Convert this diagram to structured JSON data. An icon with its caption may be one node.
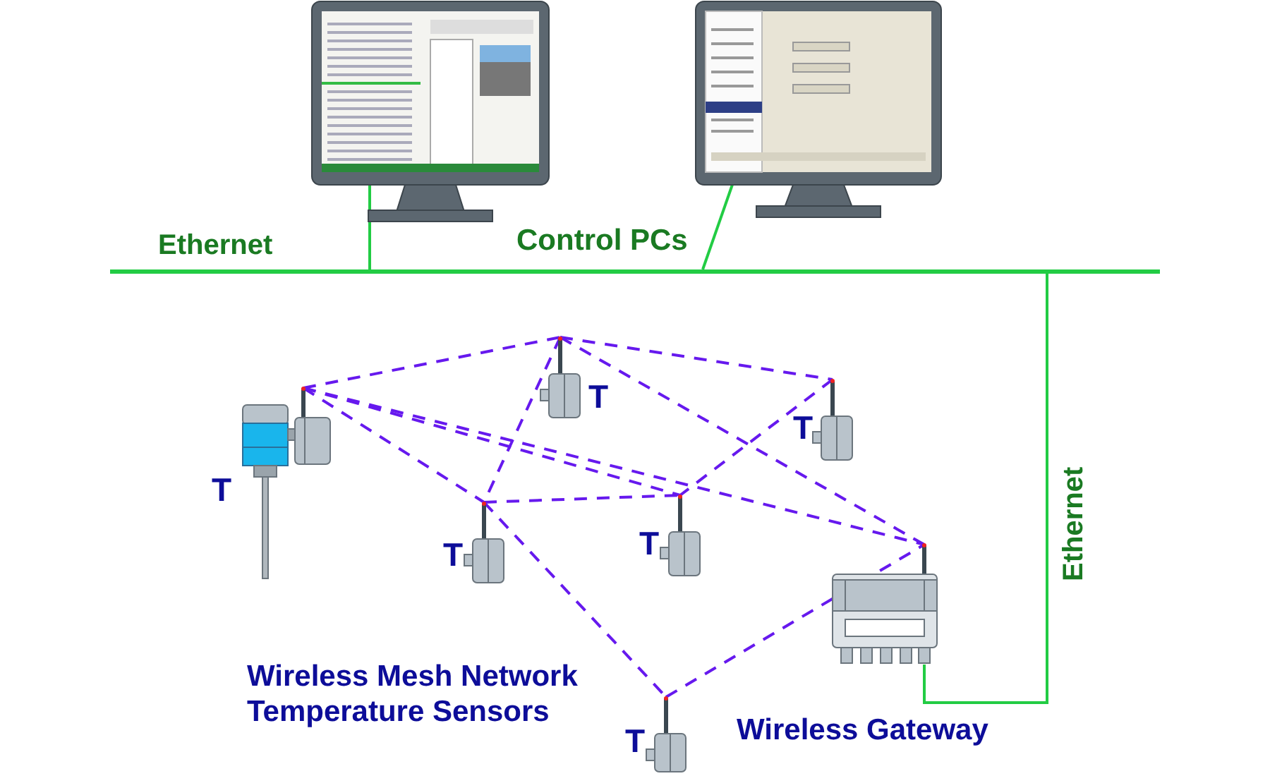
{
  "diagram": {
    "nodes": [
      {
        "text": [],
        "shape": "picture"
      },
      {
        "text": [],
        "shape": "picture"
      },
      {
        "text": [],
        "shape": "bar"
      },
      {
        "text": [],
        "shape": "picture",
        "beside": [
          "T"
        ]
      },
      {
        "text": [],
        "shape": "picture",
        "beside": [
          "T"
        ]
      },
      {
        "text": [],
        "shape": "picture",
        "beside": [
          "T"
        ]
      },
      {
        "text": [],
        "shape": "picture",
        "beside": [
          "T"
        ]
      },
      {
        "text": [],
        "shape": "picture",
        "beside": [
          "T"
        ]
      },
      {
        "text": [],
        "shape": "picture",
        "beside": [
          "Wireless Gateway"
        ]
      },
      {
        "text": [],
        "shape": "picture",
        "beside": [
          "T"
        ]
      }
    ],
    "edges": [
      {
        "from": 0,
        "to": 2,
        "arrow": "none",
        "color": "#22cc44"
      },
      {
        "from": 1,
        "to": 2,
        "arrow": "none",
        "color": "#22cc44"
      },
      {
        "from": 2,
        "to": 8,
        "arrow": "none",
        "color": "#22cc44"
      },
      {
        "from": 3,
        "to": 4,
        "arrow": "none",
        "style": "dashed"
      },
      {
        "from": 3,
        "to": 6,
        "arrow": "none",
        "style": "dashed"
      },
      {
        "from": 3,
        "to": 7,
        "arrow": "none",
        "style": "dashed"
      },
      {
        "from": 3,
        "to": 8,
        "arrow": "none",
        "style": "dashed"
      },
      {
        "from": 4,
        "to": 5,
        "arrow": "none",
        "style": "dashed"
      },
      {
        "from": 4,
        "to": 6,
        "arrow": "none",
        "style": "dashed"
      },
      {
        "from": 4,
        "to": 8,
        "arrow": "none",
        "style": "dashed"
      },
      {
        "from": 6,
        "to": 7,
        "arrow": "none",
        "style": "dashed"
      },
      {
        "from": 5,
        "to": 7,
        "arrow": "none",
        "style": "dashed"
      },
      {
        "from": 6,
        "to": 9,
        "arrow": "none",
        "style": "dashed"
      },
      {
        "from": 9,
        "to": 8,
        "arrow": "none",
        "style": "dashed"
      }
    ],
    "labels": [
      "Ethernet",
      "Control PCs",
      "Ethernet",
      "Wireless Mesh Network Temperature Sensors"
    ]
  }
}
